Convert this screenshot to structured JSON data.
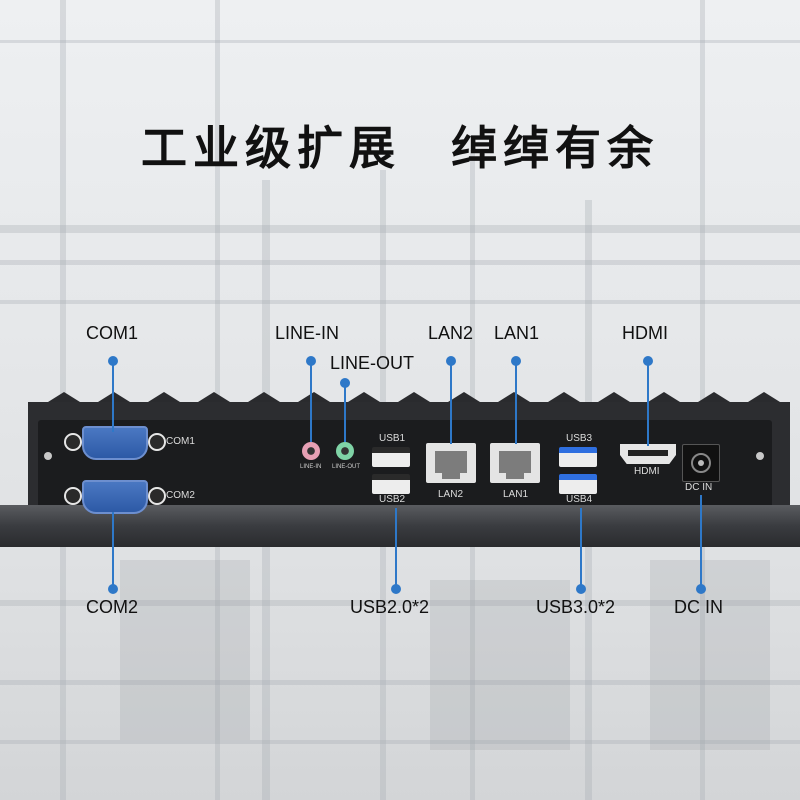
{
  "headline": {
    "part1": "工业级扩展",
    "part2": "绰绰有余"
  },
  "callouts": {
    "com1": "COM1",
    "com2": "COM2",
    "line_in": "LINE-IN",
    "line_out": "LINE-OUT",
    "lan2": "LAN2",
    "lan1": "LAN1",
    "hdmi": "HDMI",
    "usb20": "USB2.0*2",
    "usb30": "USB3.0*2",
    "dc_in": "DC IN"
  },
  "panel_labels": {
    "com1": "COM1",
    "com2": "COM2",
    "line_in": "LINE-IN",
    "line_out": "LINE-OUT",
    "usb1": "USB1",
    "usb2": "USB2",
    "lan2": "LAN2",
    "lan1": "LAN1",
    "usb3": "USB3",
    "usb4": "USB4",
    "hdmi": "HDMI",
    "dc_in": "DC IN"
  },
  "colors": {
    "accent_line": "#2e78c8",
    "line_in_jack": "#e7a0b4",
    "line_out_jack": "#7fd3a6",
    "usb3_blue": "#2f6fe0",
    "com_blue": "#3a68b8"
  }
}
